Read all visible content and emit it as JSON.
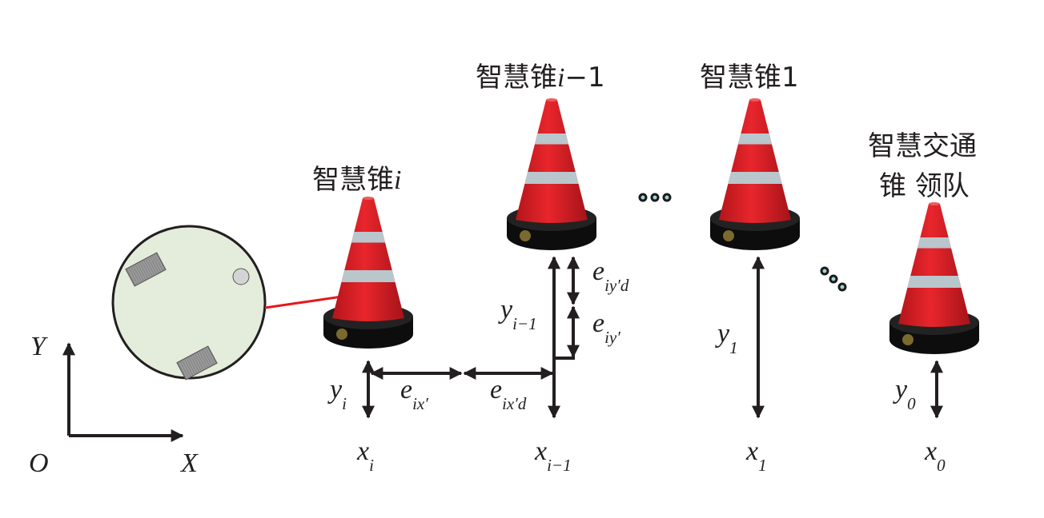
{
  "titles": {
    "cone_i": "智慧锥",
    "cone_i_var": "i",
    "cone_im1": "智慧锥",
    "cone_im1_var": "i",
    "cone_im1_suffix": "−1",
    "cone_1": "智慧锥1",
    "leader_line1": "智慧交通",
    "leader_line2": "锥 领队"
  },
  "axes": {
    "origin": "O",
    "x": "X",
    "y": "Y"
  },
  "labels": {
    "y_i": {
      "main": "y",
      "sub": "i"
    },
    "x_i": {
      "main": "x",
      "sub": "i"
    },
    "e_ix": {
      "main": "e",
      "sub": "ix′"
    },
    "e_ixd": {
      "main": "e",
      "sub": "ix′d"
    },
    "y_im1": {
      "main": "y",
      "sub": "i−1"
    },
    "x_im1": {
      "main": "x",
      "sub": "i−1"
    },
    "e_iyd": {
      "main": "e",
      "sub": "iy′d"
    },
    "e_iy": {
      "main": "e",
      "sub": "iy′"
    },
    "y_1": {
      "main": "y",
      "sub": "1"
    },
    "x_1": {
      "main": "x",
      "sub": "1"
    },
    "y_0": {
      "main": "y",
      "sub": "0"
    },
    "x_0": {
      "main": "x",
      "sub": "0"
    }
  },
  "colors": {
    "cone": "#d41e25",
    "stripe": "#b9c6cc",
    "base": "#0d0d0d",
    "robot": "#e4ecdb",
    "link": "#e8161b",
    "ink": "#231f20"
  }
}
